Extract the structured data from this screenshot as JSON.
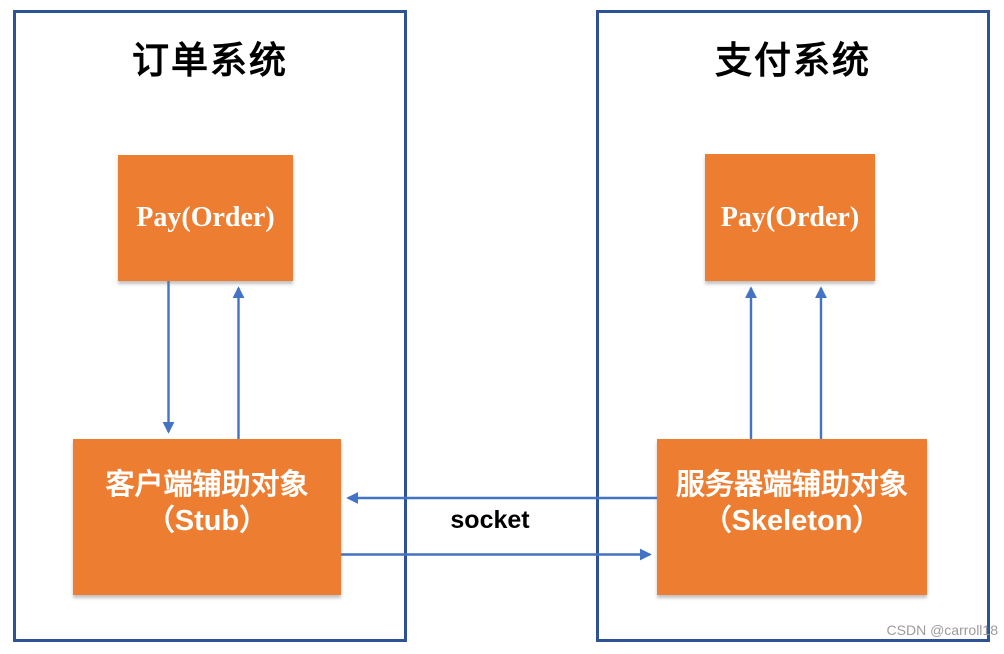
{
  "colors": {
    "orange": "#ED7D31",
    "panel_border": "#2E5395",
    "arrow": "#4472C4",
    "title_color": "#000000",
    "box_text": "#FFFFFF",
    "watermark_color": "#9B9B9B",
    "bg": "#FFFFFF"
  },
  "left_panel": {
    "title": "订单系统",
    "pay_box": {
      "label": "Pay(Order)"
    },
    "helper_box": {
      "line1": "客户端辅助对象",
      "line2": "（Stub）"
    }
  },
  "right_panel": {
    "title": "支付系统",
    "pay_box": {
      "label": "Pay(Order)"
    },
    "helper_box": {
      "line1": "服务器端辅助对象",
      "line2": "（Skeleton）"
    }
  },
  "connection": {
    "label": "socket"
  },
  "watermark": "CSDN @carroll18"
}
